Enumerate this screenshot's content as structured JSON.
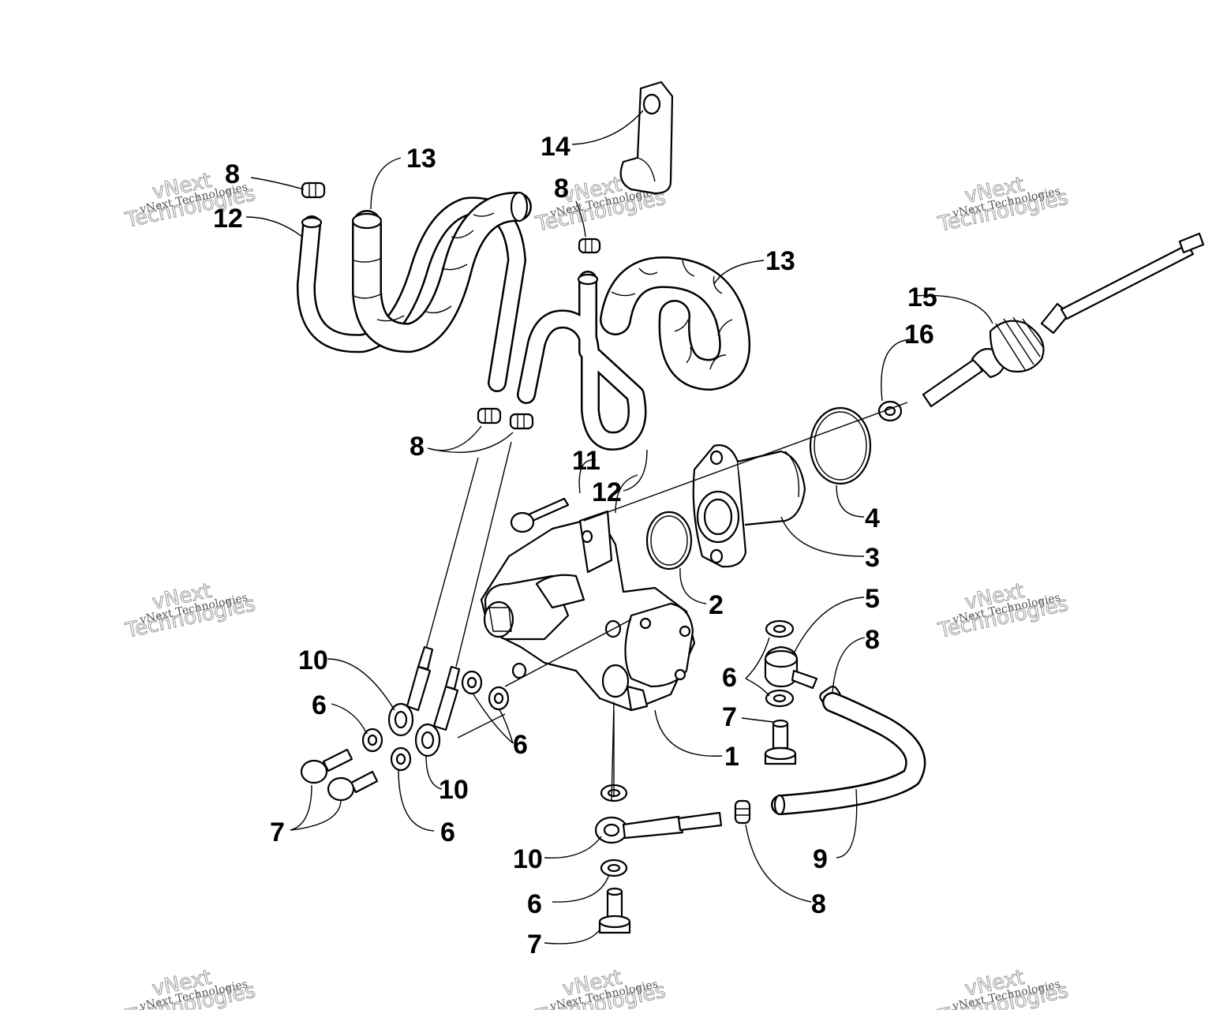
{
  "watermark": {
    "line1": "vNext Technologies",
    "line2_a": "vNext",
    "line2_b": "Technologies"
  },
  "callouts": {
    "c1": "1",
    "c2": "2",
    "c3": "3",
    "c4": "4",
    "c5": "5",
    "c6a": "6",
    "c6b": "6",
    "c6c": "6",
    "c6d": "6",
    "c6e": "6",
    "c7a": "7",
    "c7b": "7",
    "c7c": "7",
    "c8a": "8",
    "c8b": "8",
    "c8c": "8",
    "c8d": "8",
    "c8e": "8",
    "c9": "9",
    "c10a": "10",
    "c10b": "10",
    "c10c": "10",
    "c11": "11",
    "c12a": "12",
    "c12b": "12",
    "c13a": "13",
    "c13b": "13",
    "c14": "14",
    "c15": "15",
    "c16": "16"
  }
}
